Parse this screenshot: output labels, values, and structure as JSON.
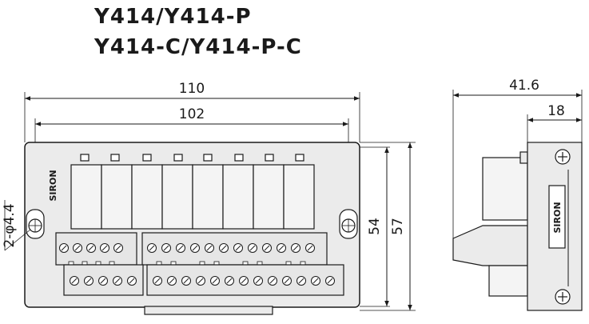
{
  "titles": {
    "line1": "Y414/Y414-P",
    "line2": "Y414-C/Y414-P-C"
  },
  "dimensions": {
    "overall_width": "110",
    "hole_spacing": "102",
    "height_inner": "54",
    "height_outer": "57",
    "hole_spec": "2-φ4.4",
    "side_depth": "41.6",
    "side_offset": "18"
  },
  "brand": "SIRON",
  "colors": {
    "line": "#1a1a1a",
    "body": "#ebebeb",
    "relay": "#f4f4f4",
    "terminal": "#e6e6e6"
  }
}
